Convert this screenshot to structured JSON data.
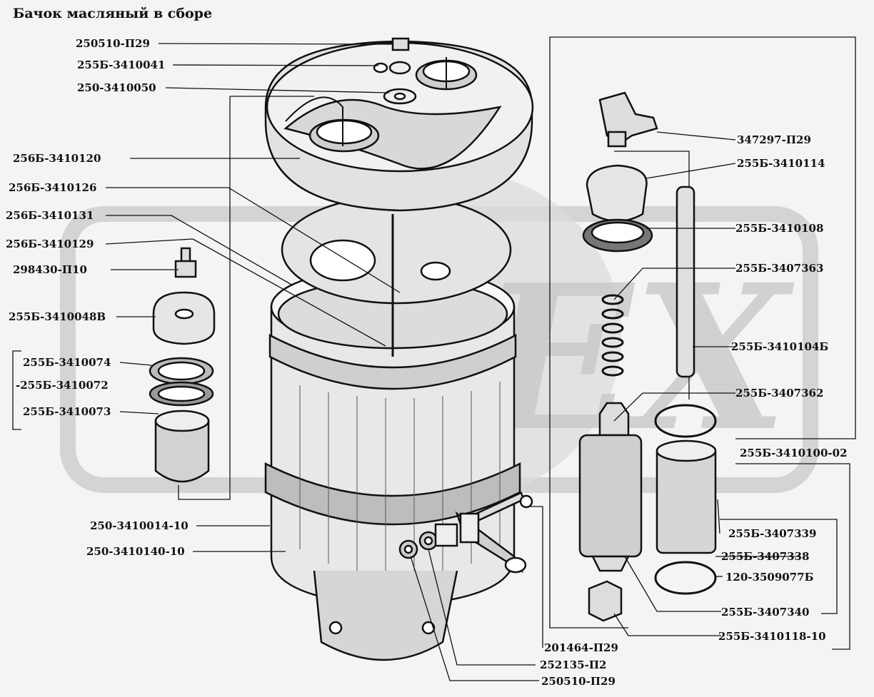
{
  "title": "Бачок масляный в сборе",
  "watermark": "DEX",
  "colors": {
    "ink": "#111111",
    "paper": "#f4f4f4",
    "watermark": "#d2d2d2"
  },
  "labels_left": [
    "250510-П29",
    "255Б-3410041",
    "250-3410050",
    "256Б-3410120",
    "256Б-3410126",
    "256Б-3410131",
    "256Б-3410129",
    "298430-П10",
    "255Б-3410048В",
    "255Б-3410074",
    "-255Б-3410072",
    "255Б-3410073",
    "250-3410014-10",
    "250-3410140-10"
  ],
  "labels_right": [
    "347297-П29",
    "255Б-3410114",
    "255Б-3410108",
    "255Б-3407363",
    "255Б-3410104Б",
    "255Б-3407362",
    "255Б-3410100-02",
    "255Б-3407339",
    "255Б-3407338",
    "120-3509077Б",
    "255Б-3407340",
    "255Б-3410118-10"
  ],
  "labels_bottom": [
    "201464-П29",
    "252135-П2",
    "250510-П29"
  ]
}
